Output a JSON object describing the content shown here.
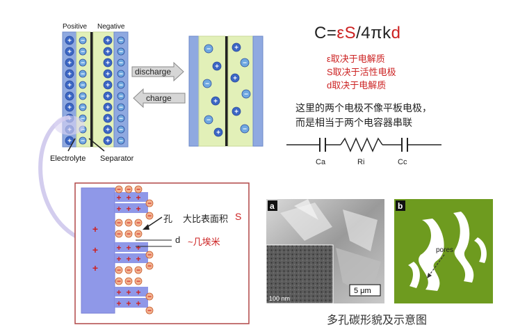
{
  "battery": {
    "positive_label": "Positive",
    "negative_label": "Negative",
    "discharge_label": "discharge",
    "charge_label": "charge",
    "electrolyte_label": "Electrolyte",
    "separator_label": "Separator",
    "plus": "+",
    "minus": "−"
  },
  "formula": {
    "prefix": "C=",
    "eps": "ε",
    "s": "S",
    "mid": "/4πk",
    "d": "d"
  },
  "notes": [
    "ε取决于电解质",
    "S取决于活性电极",
    "d取决于电解质"
  ],
  "description": {
    "line1": "这里的两个电极不像平板电极，",
    "line2": "而是相当于两个电容器串联"
  },
  "circuit": {
    "ca_label": "Ca",
    "ri_label": "Ri",
    "cc_label": "Cc"
  },
  "pore_diagram": {
    "kong_label": "孔",
    "area_label": "大比表面积",
    "s_label": "S",
    "d_label": "d",
    "angstrom_label": "~几埃米",
    "plus": "+",
    "minus": "−"
  },
  "sem": {
    "a_label": "a",
    "b_label": "b",
    "scale_big": "5 μm",
    "scale_small": "100 nm",
    "pores_label": "pores"
  },
  "caption": "多孔碳形貌及示意图",
  "colors": {
    "blue_electrode": "#7f9fdc",
    "green_electrolyte": "#dfeeb0",
    "red": "#cc2222",
    "green_carbon": "#6e9b1f"
  }
}
